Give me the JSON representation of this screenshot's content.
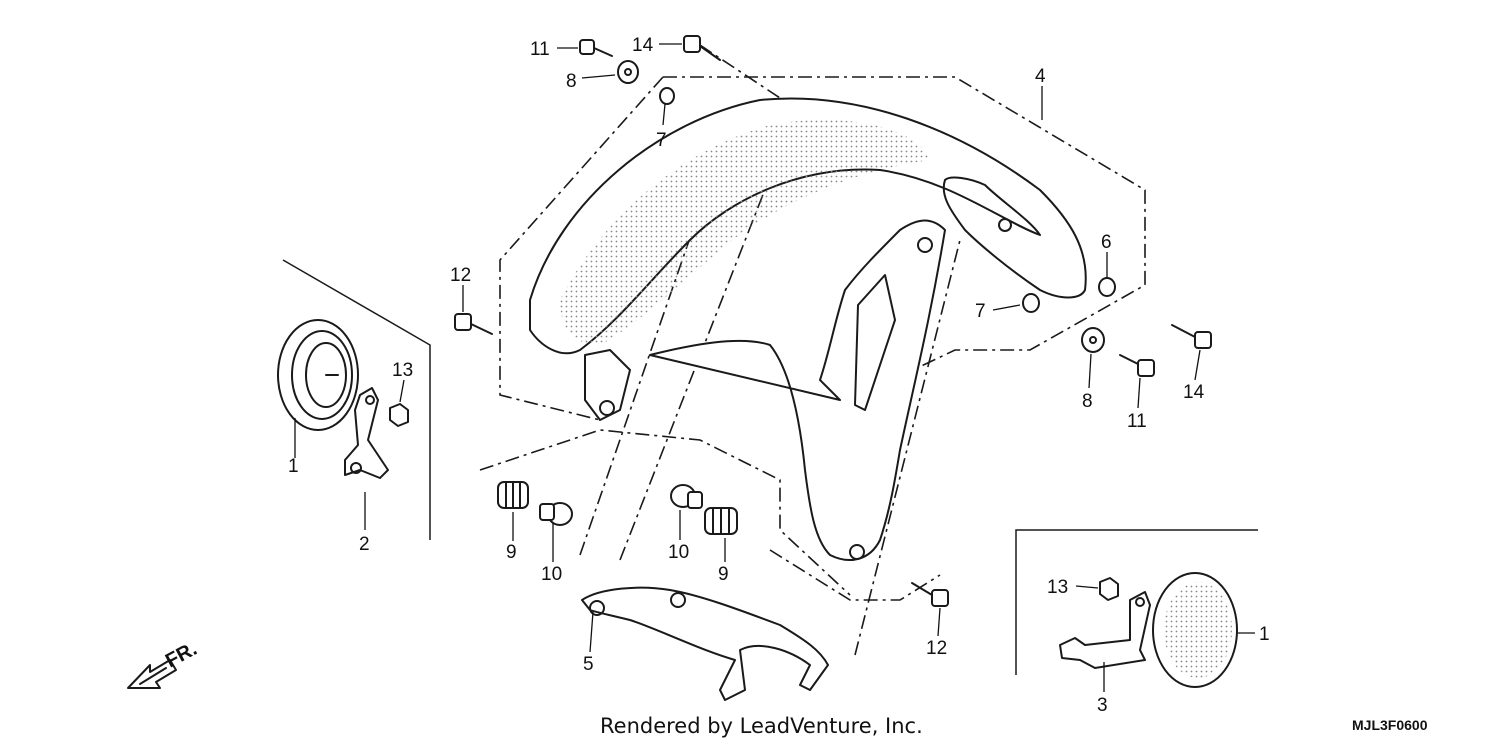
{
  "callouts": {
    "c1_left": "1",
    "c1_right": "1",
    "c2": "2",
    "c3": "3",
    "c4": "4",
    "c5": "5",
    "c6": "6",
    "c7_top": "7",
    "c7_right": "7",
    "c8_top": "8",
    "c8_right": "8",
    "c9_left": "9",
    "c9_right": "9",
    "c10_left": "10",
    "c10_right": "10",
    "c11_top": "11",
    "c11_right": "11",
    "c12_top": "12",
    "c12_bottom": "12",
    "c13_left": "13",
    "c13_right": "13",
    "c14_top": "14",
    "c14_right": "14"
  },
  "direction_label": "FR.",
  "footer_text": "Rendered by LeadVenture, Inc.",
  "diagram_code": "MJL3F0600",
  "colors": {
    "line": "#1a1a1a",
    "background": "#ffffff"
  }
}
